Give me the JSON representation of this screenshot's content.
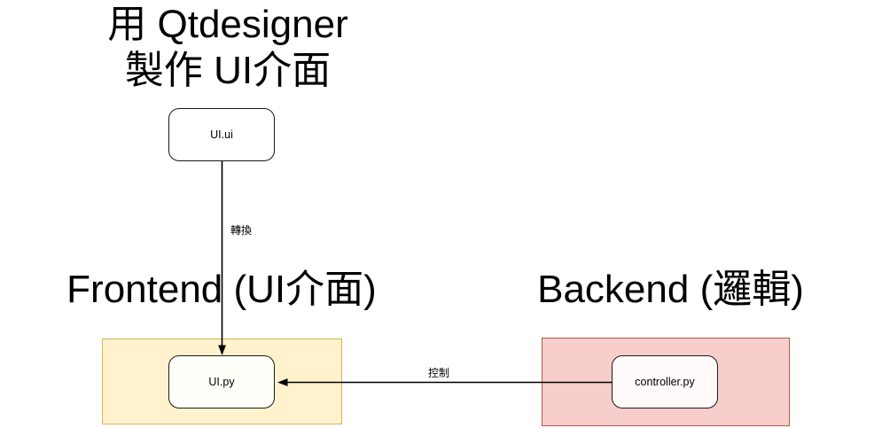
{
  "diagram": {
    "title_lines": [
      "用 Qtdesigner",
      "製作 UI介面"
    ],
    "section_headings": {
      "frontend": "Frontend (UI介面)",
      "backend": "Backend (邏輯)"
    },
    "nodes": {
      "ui_file": "UI.ui",
      "ui_py": "UI.py",
      "controller": "controller.py"
    },
    "edge_labels": {
      "convert": "轉換",
      "control": "控制"
    },
    "colors": {
      "frontend_fill": "#fff2cc",
      "frontend_border": "#d6b656",
      "backend_fill": "#f8cecc",
      "backend_border": "#b85450",
      "node_border": "#1a1a1a",
      "arrow": "#000000",
      "text": "#000000"
    }
  }
}
